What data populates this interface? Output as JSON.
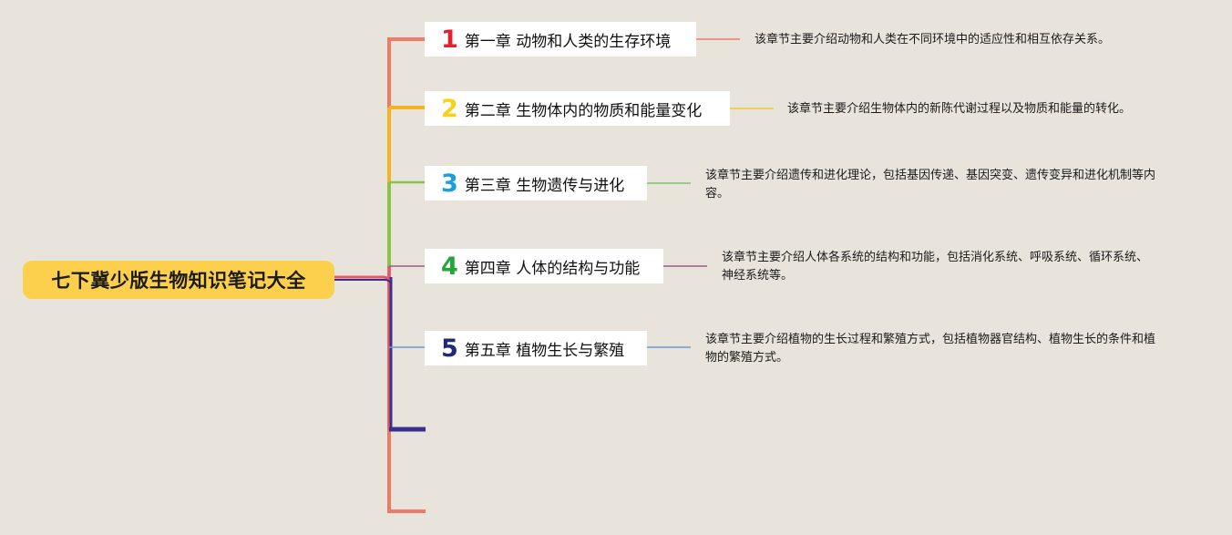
{
  "root": {
    "title": "七下冀少版生物知识笔记大全"
  },
  "chapters": [
    {
      "number": "1",
      "title": "第一章 动物和人类的生存环境",
      "description": "该章节主要介绍动物和人类在不同环境中的适应性和相互依存关系。",
      "color": "#e2222f",
      "line_color": "#f07a6a"
    },
    {
      "number": "2",
      "title": "第二章 生物体内的物质和能量变化",
      "description": "该章节主要介绍生物体内的新陈代谢过程以及物质和能量的转化。",
      "color": "#f7d21d",
      "line_color": "#f5c432"
    },
    {
      "number": "3",
      "title": "第三章 生物遗传与进化",
      "description": "该章节主要介绍遗传和进化理论，包括基因传递、基因突变、遗传变异和进化机制等内容。",
      "color": "#1a9fdb",
      "line_color": "#7cc36a"
    },
    {
      "number": "4",
      "title": "第四章 人体的结构与功能",
      "description": "该章节主要介绍人体各系统的结构和功能，包括消化系统、呼吸系统、循环系统、神经系统等。",
      "color": "#23a53a",
      "line_color": "#a05a8a"
    },
    {
      "number": "5",
      "title": "第五章 植物生长与繁殖",
      "description": "该章节主要介绍植物的生长过程和繁殖方式，包括植物器官结构、植物生长的条件和植物的繁殖方式。",
      "color": "#1e2a78",
      "line_color": "#6a9ad8"
    }
  ]
}
